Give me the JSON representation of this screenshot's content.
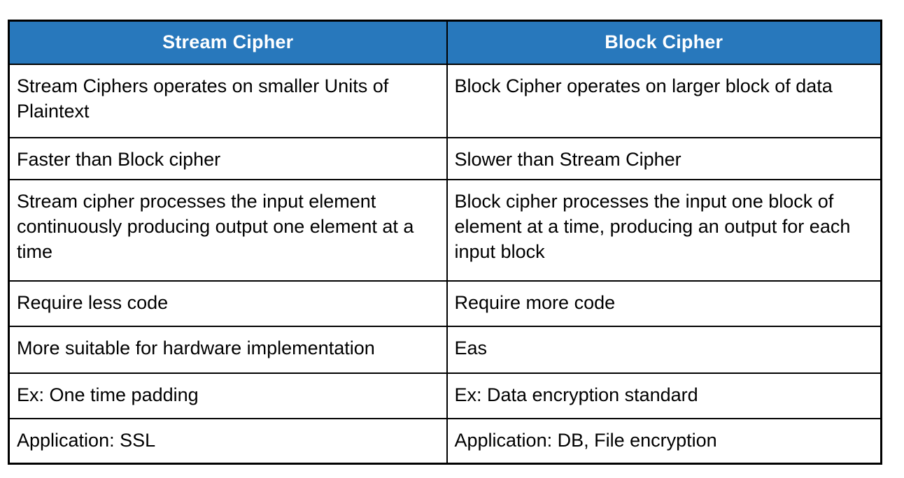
{
  "table": {
    "title": "Stream Cipher vs Block Cipher comparison table",
    "colors": {
      "header_bg": "#2878BC",
      "header_text": "#FFFFFF",
      "body_text": "#000000",
      "border": "#000000",
      "background": "#FFFFFF"
    },
    "columns": [
      {
        "label": "Stream Cipher"
      },
      {
        "label": "Block Cipher"
      }
    ],
    "rows": [
      [
        "Stream Ciphers operates on smaller Units of Plaintext",
        "Block Cipher operates on larger block of data"
      ],
      [
        "Faster than Block cipher",
        "Slower than Stream Cipher"
      ],
      [
        "Stream cipher processes the input element continuously producing output one element at a time",
        "Block cipher processes the input one block of element at a time, producing an output for each input block"
      ],
      [
        "Require less code",
        "Require more code"
      ],
      [
        "More suitable for hardware implementation",
        "Eas"
      ],
      [
        "Ex: One time padding",
        "Ex: Data encryption standard"
      ],
      [
        "Application: SSL",
        "Application: DB, File encryption"
      ]
    ]
  }
}
